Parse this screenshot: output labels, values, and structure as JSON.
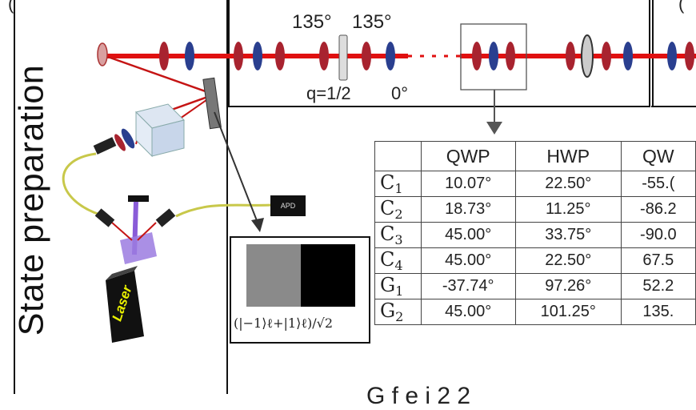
{
  "panel_label_left": "(",
  "panel_label_right": "(",
  "side_label": "State preparation",
  "angle_label_1": "135°",
  "angle_label_2": "135°",
  "q_label": "q=1/2",
  "zero_label": "0°",
  "apd_label": "APD",
  "laser_label": "Laser",
  "inset_formula": "(|−1⟩ℓ+|1⟩ℓ)/√2",
  "bottom_text": "G  f   e  i      2     2",
  "table": {
    "headers": [
      "",
      "QWP",
      "HWP",
      "QW"
    ],
    "rows": [
      {
        "name": "C",
        "sub": "1",
        "cells": [
          "10.07°",
          "22.50°",
          "-55.("
        ]
      },
      {
        "name": "C",
        "sub": "2",
        "cells": [
          "18.73°",
          "11.25°",
          "-86.2"
        ]
      },
      {
        "name": "C",
        "sub": "3",
        "cells": [
          "45.00°",
          "33.75°",
          "-90.0"
        ]
      },
      {
        "name": "C",
        "sub": "4",
        "cells": [
          "45.00°",
          "22.50°",
          "67.5"
        ]
      },
      {
        "name": "G",
        "sub": "1",
        "cells": [
          "-37.74°",
          "97.26°",
          "52.2"
        ]
      },
      {
        "name": "G",
        "sub": "2",
        "cells": [
          "45.00°",
          "101.25°",
          "135."
        ]
      }
    ]
  },
  "colors": {
    "beam": "#e01010",
    "waveplate_red": "#a8232f",
    "waveplate_blue": "#2a3f8f",
    "fiber": "#c8c84a",
    "pump": "#8a5cd8",
    "frame": "#111111"
  }
}
